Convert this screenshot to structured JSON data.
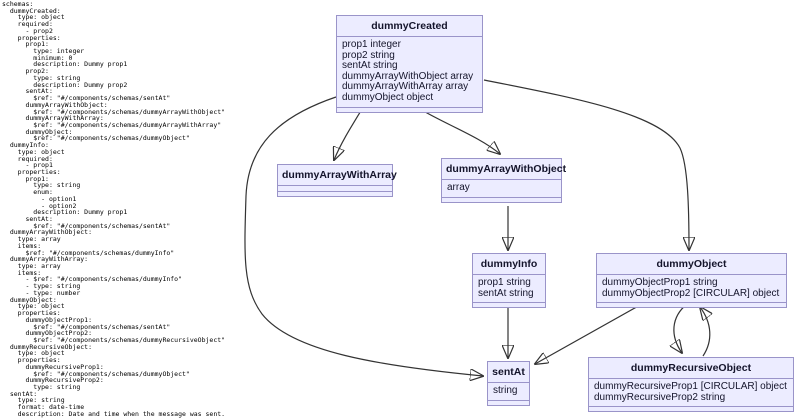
{
  "source_panel": {
    "yaml": "schemas:\n  dummyCreated:\n    type: object\n    required:\n      - prop2\n    properties:\n      prop1:\n        type: integer\n        minimum: 0\n        description: Dummy prop1\n      prop2:\n        type: string\n        description: Dummy prop2\n      sentAt:\n        $ref: \"#/components/schemas/sentAt\"\n      dummyArrayWithObject:\n        $ref: \"#/components/schemas/dummyArrayWithObject\"\n      dummyArrayWithArray:\n        $ref: \"#/components/schemas/dummyArrayWithArray\"\n      dummyObject:\n        $ref: \"#/components/schemas/dummyObject\"\n  dummyInfo:\n    type: object\n    required:\n      - prop1\n    properties:\n      prop1:\n        type: string\n        enum:\n          - option1\n          - option2\n        description: Dummy prop1\n      sentAt:\n        $ref: \"#/components/schemas/sentAt\"\n  dummyArrayWithObject:\n    type: array\n    items:\n      $ref: \"#/components/schemas/dummyInfo\"\n  dummyArrayWithArray:\n    type: array\n    items:\n      - $ref: \"#/components/schemas/dummyInfo\"\n      - type: string\n      - type: number\n  dummyObject:\n    type: object\n    properties:\n      dummyObjectProp1:\n        $ref: \"#/components/schemas/sentAt\"\n      dummyObjectProp2:\n        $ref: \"#/components/schemas/dummyRecursiveObject\"\n  dummyRecursiveObject:\n    type: object\n    properties:\n      dummyRecursiveProp1:\n        $ref: \"#/components/schemas/dummyObject\"\n      dummyRecursiveProp2:\n        type: string\n  sentAt:\n    type: string\n    format: date-time\n    description: Date and time when the message was sent."
  },
  "diagram": {
    "colors": {
      "node_fill": "#ECECFF",
      "node_border": "#9a94c9",
      "edge": "#333333",
      "text": "#14142b"
    },
    "nodes": [
      {
        "id": "dummyCreated",
        "title": "dummyCreated",
        "members": [
          "prop1 integer",
          "prop2 string",
          "sentAt string",
          "dummyArrayWithObject array",
          "dummyArrayWithArray array",
          "dummyObject object"
        ]
      },
      {
        "id": "dummyArrayWithArray",
        "title": "dummyArrayWithArray",
        "members": []
      },
      {
        "id": "dummyArrayWithObject",
        "title": "dummyArrayWithObject",
        "members": [
          "array"
        ]
      },
      {
        "id": "dummyInfo",
        "title": "dummyInfo",
        "members": [
          "prop1 string",
          "sentAt string"
        ]
      },
      {
        "id": "dummyObject",
        "title": "dummyObject",
        "members": [
          "dummyObjectProp1 string",
          "dummyObjectProp2 [CIRCULAR] object"
        ]
      },
      {
        "id": "sentAt",
        "title": "sentAt",
        "members": [
          "string"
        ]
      },
      {
        "id": "dummyRecursiveObject",
        "title": "dummyRecursiveObject",
        "members": [
          "dummyRecursiveProp1 [CIRCULAR] object",
          "dummyRecursiveProp2 string"
        ]
      }
    ],
    "edges": [
      {
        "from": "dummyCreated",
        "to": "dummyArrayWithArray"
      },
      {
        "from": "dummyCreated",
        "to": "dummyArrayWithObject"
      },
      {
        "from": "dummyCreated",
        "to": "dummyObject"
      },
      {
        "from": "dummyCreated",
        "to": "sentAt"
      },
      {
        "from": "dummyArrayWithObject",
        "to": "dummyInfo"
      },
      {
        "from": "dummyInfo",
        "to": "sentAt"
      },
      {
        "from": "dummyObject",
        "to": "sentAt"
      },
      {
        "from": "dummyObject",
        "to": "dummyRecursiveObject"
      },
      {
        "from": "dummyRecursiveObject",
        "to": "dummyObject"
      }
    ]
  }
}
